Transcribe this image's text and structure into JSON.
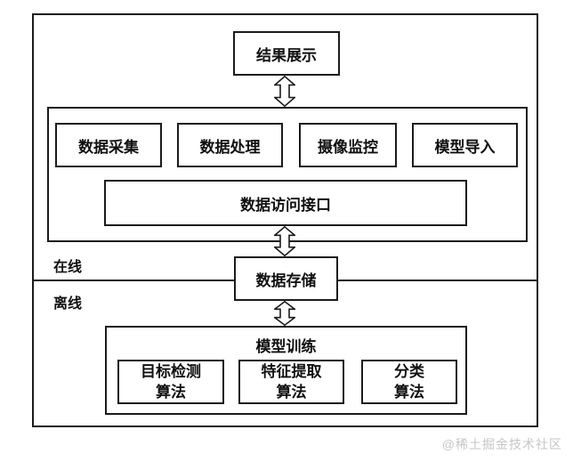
{
  "diagram": {
    "result_display_label": "结果展示",
    "online": {
      "section_label": "在线",
      "modules": [
        "数据采集",
        "数据处理",
        "摄像监控",
        "模型导入"
      ],
      "data_access_interface_label": "数据访问接口"
    },
    "data_storage_label": "数据存储",
    "offline": {
      "section_label": "离线",
      "model_training_label": "模型训练",
      "algorithms": [
        "目标检测\n算法",
        "特征提取\n算法",
        "分类\n算法"
      ]
    },
    "watermark": "@稀土掘金技术社区",
    "colors": {
      "line": "#1b1b1b",
      "background": "#ffffff",
      "watermark": "#c6c6c6"
    }
  }
}
